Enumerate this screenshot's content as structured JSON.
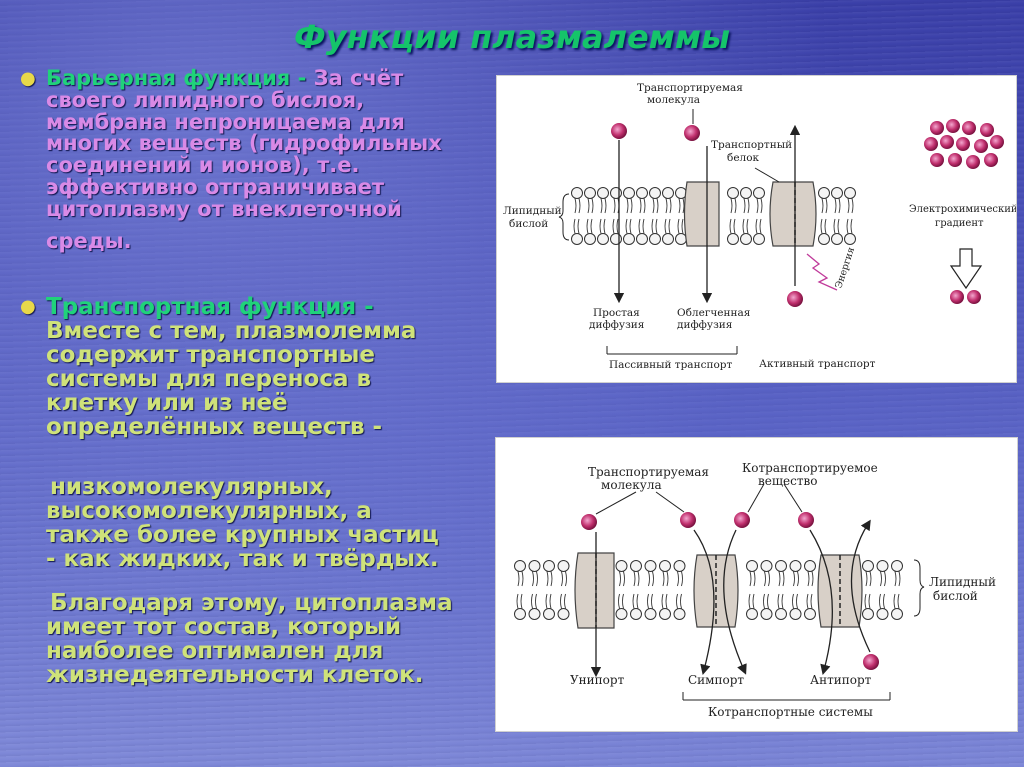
{
  "title": "Функции плазмалеммы",
  "barrier": {
    "heading": "Барьерная функция -",
    "lead": "За счёт",
    "lines": [
      "своего липидного бислоя,",
      "мембрана непроницаема для",
      "многих веществ (гидрофильных",
      "соединений и ионов), т.е.",
      "эффективно отграничивает",
      "цитоплазму от внеклеточной",
      "среды."
    ]
  },
  "transport": {
    "heading": "Транспортная функция -",
    "lines": [
      "Вместе с тем, плазмолемма",
      "содержит транспортные",
      "системы для переноса в",
      "клетку или из неё",
      "определённых веществ -"
    ],
    "lines2": [
      "низкомолекулярных,",
      "высокомолекулярных, а",
      "также более крупных частиц",
      "- как жидких, так и твёрдых."
    ],
    "lines3": [
      "Благодаря этому, цитоплазма",
      "имеет тот состав, который",
      "наиболее оптимален для",
      "жизнедеятельности клеток."
    ]
  },
  "diagram1": {
    "transported_molecule": "Транспортируемая",
    "transported_molecule2": "молекула",
    "transport_protein": "Транспортный",
    "transport_protein2": "белок",
    "lipid_bilayer": "Липидный",
    "lipid_bilayer2": "бислой",
    "electrochemical": "Электрохимический",
    "gradient": "градиент",
    "energy": "Энергия",
    "simple_diffusion": "Простая",
    "simple_diffusion2": "диффузия",
    "facilitated_diffusion": "Облегченная",
    "facilitated_diffusion2": "диффузия",
    "passive_transport": "Пассивный транспорт",
    "active_transport": "Активный транспорт"
  },
  "diagram2": {
    "transported_molecule": "Транспортируемая",
    "transported_molecule2": "молекула",
    "cotransported": "Котранспортируемое",
    "cotransported2": "вещество",
    "lipid_bilayer": "Липидный",
    "lipid_bilayer2": "бислой",
    "uniport": "Унипорт",
    "symport": "Симпорт",
    "antiport": "Антипорт",
    "cotransport_systems": "Котранспортные системы"
  },
  "colors": {
    "title": "#15c46a",
    "heading": "#20d27a",
    "pink_text": "#d98ae6",
    "body_text": "#cfe27a",
    "molecule": "#b0225d"
  }
}
